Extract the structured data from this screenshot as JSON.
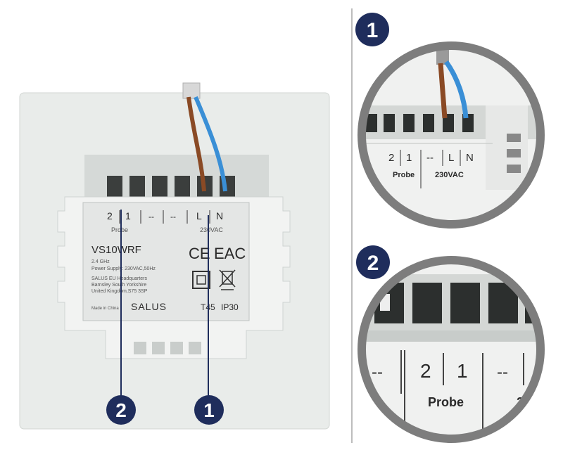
{
  "label": {
    "col_2": "2",
    "col_1": "1",
    "col_dash1": "--",
    "col_dash2": "--",
    "col_l": "L",
    "col_n": "N",
    "probe": "Probe",
    "voltage": "230VAC",
    "model": "VS10WRF",
    "freq": "2.4 GHz",
    "power": "Power Supply: 230VAC,50Hz",
    "hq1": "SALUS EU Headquarters",
    "hq2": "Barnsley South Yorkshire",
    "hq3": "United Kingdom,S75 3SP",
    "made": "Made in China",
    "brand": "SALUS",
    "temp": "T45",
    "ip": "IP30",
    "ce": "CE",
    "eac": "EAC"
  },
  "callouts": {
    "one": "1",
    "two": "2"
  },
  "zoom1": {
    "c2": "2",
    "c1": "1",
    "cd": "--",
    "cl": "L",
    "cn": "N",
    "probe": "Probe",
    "voltage": "230VAC"
  },
  "zoom2": {
    "cd1": "--",
    "c2": "2",
    "c1": "1",
    "cd2": "--",
    "probe": "Probe",
    "voltage_partial": "2"
  },
  "colors": {
    "navy": "#1f2d5c",
    "ring": "#7d7d7d",
    "brown": "#8a4a25",
    "blue": "#3a8fd6"
  }
}
